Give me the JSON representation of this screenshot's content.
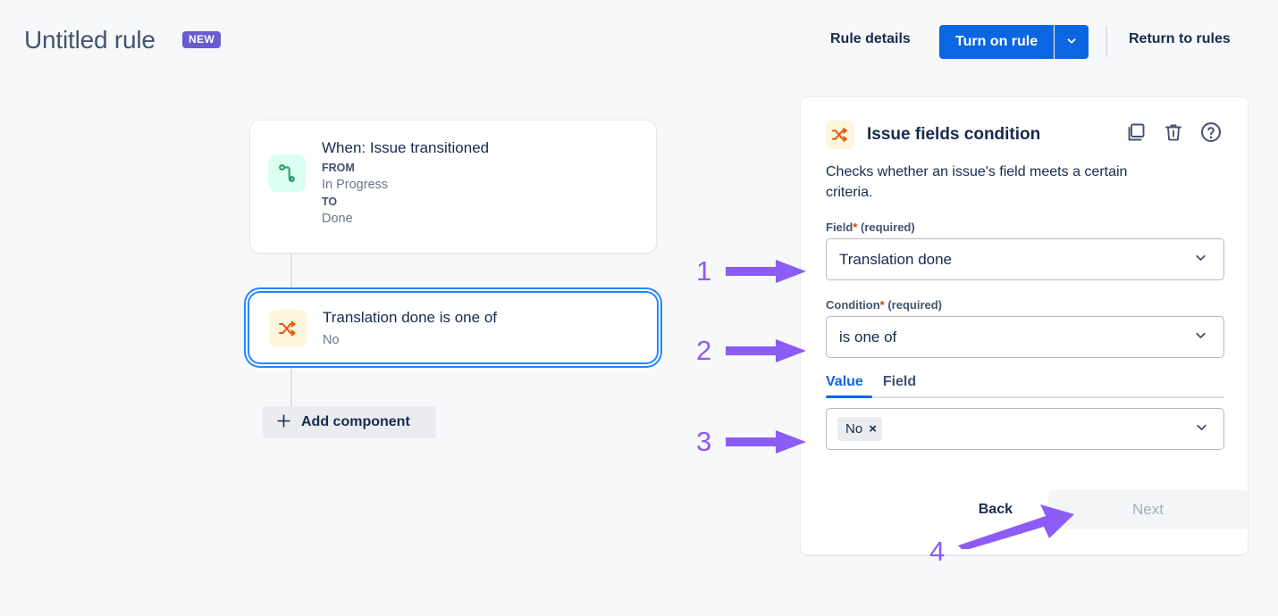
{
  "header": {
    "title": "Untitled rule",
    "new_badge": "NEW",
    "rule_details": "Rule details",
    "turn_on_rule": "Turn on rule",
    "return_to_rules": "Return to rules"
  },
  "canvas": {
    "trigger": {
      "title": "When: Issue transitioned",
      "from_label": "FROM",
      "from_value": "In Progress",
      "to_label": "TO",
      "to_value": "Done",
      "icon": "transition-path-icon",
      "icon_color": "#36b37e",
      "icon_bg": "#dcfff1"
    },
    "condition": {
      "title": "Translation done is one of",
      "subtitle": "No",
      "icon": "shuffle-arrows-icon",
      "icon_color": "#e8590c",
      "icon_bg": "#fdf5dc",
      "selected": true,
      "focus_color": "#2684ff"
    },
    "add_component": "Add component"
  },
  "panel": {
    "title": "Issue fields condition",
    "description": "Checks whether an issue's field meets a certain criteria.",
    "icon": "shuffle-arrows-icon",
    "actions": [
      "duplicate-icon",
      "trash-icon",
      "help-icon"
    ],
    "field": {
      "label": "Field",
      "required_star": "*",
      "required_text": "(required)",
      "value": "Translation done"
    },
    "condition": {
      "label": "Condition",
      "required_star": "*",
      "required_text": "(required)",
      "value": "is one of"
    },
    "tabs": [
      {
        "label": "Value",
        "active": true
      },
      {
        "label": "Field",
        "active": false
      }
    ],
    "value_select": {
      "chips": [
        {
          "label": "No",
          "remove": "×"
        }
      ]
    },
    "back_label": "Back",
    "next_label": "Next"
  },
  "annotations": {
    "accent_color": "#8b5cf6",
    "markers": [
      {
        "number": "1",
        "target": "field-select"
      },
      {
        "number": "2",
        "target": "condition-select"
      },
      {
        "number": "3",
        "target": "value-multiselect"
      },
      {
        "number": "4",
        "target": "next-button"
      }
    ]
  }
}
